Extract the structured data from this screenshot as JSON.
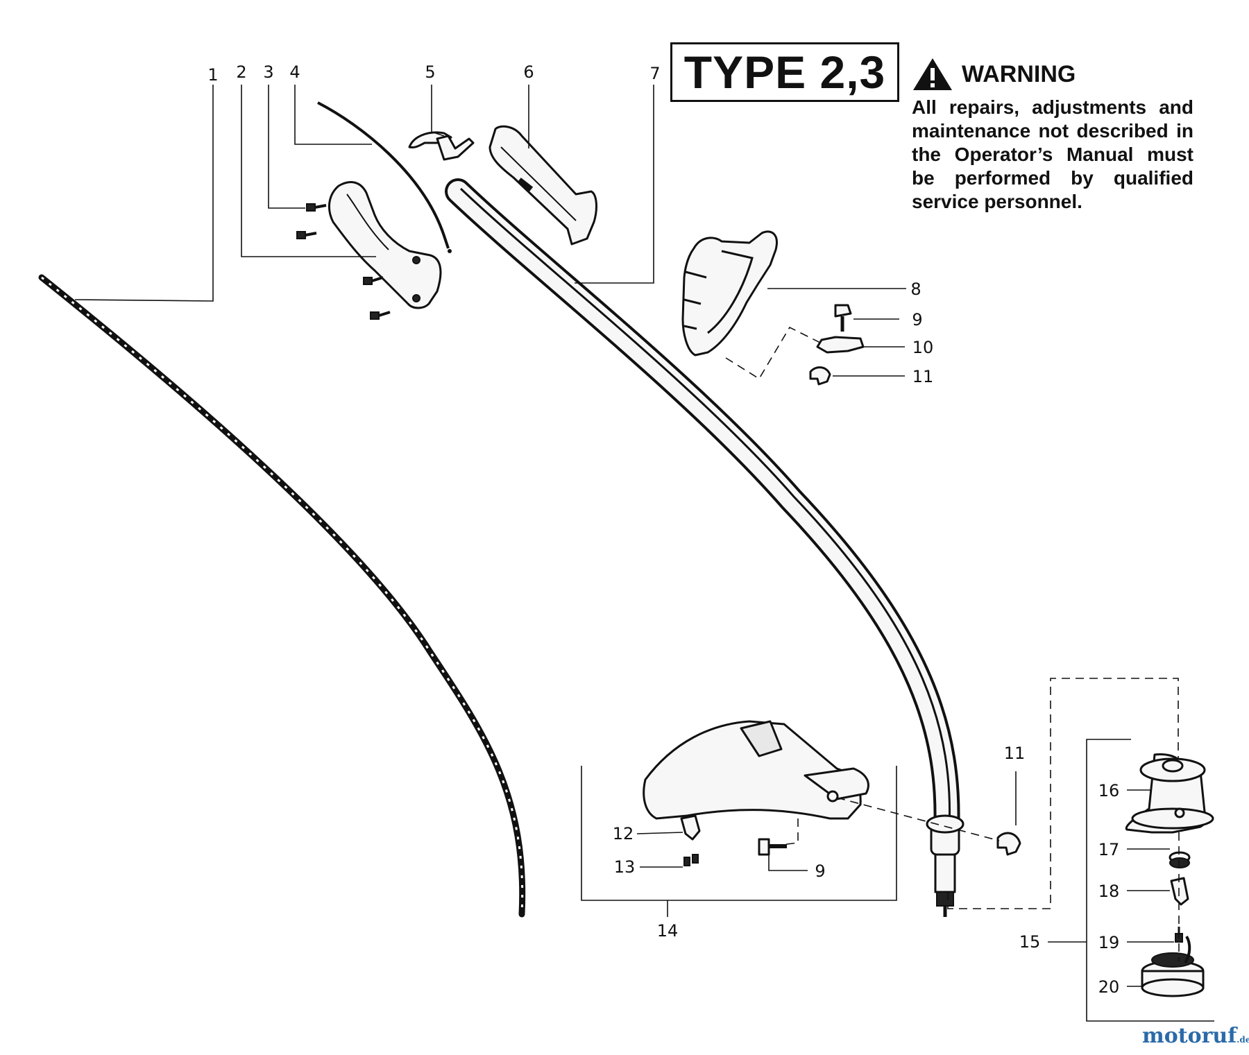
{
  "type_label": "TYPE 2,3",
  "warning": {
    "title": "WARNING",
    "text": "All repairs, adjustments and maintenance not described in the Operator’s Manual must be performed by qualified service personnel."
  },
  "watermark": {
    "name": "motoruf",
    "suffix": ".de"
  },
  "callouts": {
    "c1": "1",
    "c2": "2",
    "c3": "3",
    "c4": "4",
    "c5": "5",
    "c6": "6",
    "c7": "7",
    "c8": "8",
    "c9a": "9",
    "c9b": "9",
    "c10": "10",
    "c11a": "11",
    "c11b": "11",
    "c12": "12",
    "c13": "13",
    "c14": "14",
    "c15": "15",
    "c16": "16",
    "c17": "17",
    "c18": "18",
    "c19": "19",
    "c20": "20"
  }
}
